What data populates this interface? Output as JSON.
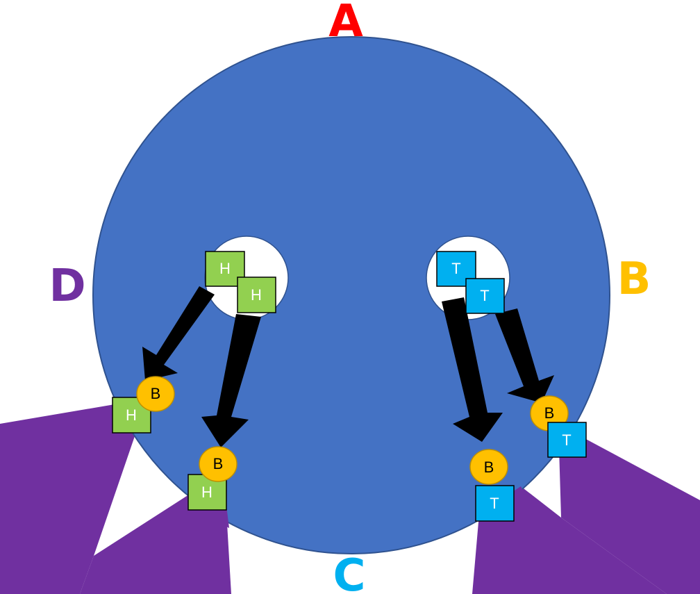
{
  "labels": {
    "a": "A",
    "b": "B",
    "c": "C",
    "d": "D"
  },
  "colors": {
    "background": "#ffffff",
    "disc": "#4472c4",
    "disc_border": "#2f528f",
    "wedge": "#7030a0",
    "hole": "#ffffff",
    "label_a": "#ff0000",
    "label_b": "#ffc000",
    "label_c": "#00b0f0",
    "label_d": "#7030a0",
    "h_box": "#92d050",
    "t_box": "#00b0f0",
    "ball": "#ffc000",
    "ball_border": "#bf9000",
    "arrow": "#000000"
  },
  "boxes": {
    "h_text": "H",
    "t_text": "T",
    "ball_text": "B"
  }
}
